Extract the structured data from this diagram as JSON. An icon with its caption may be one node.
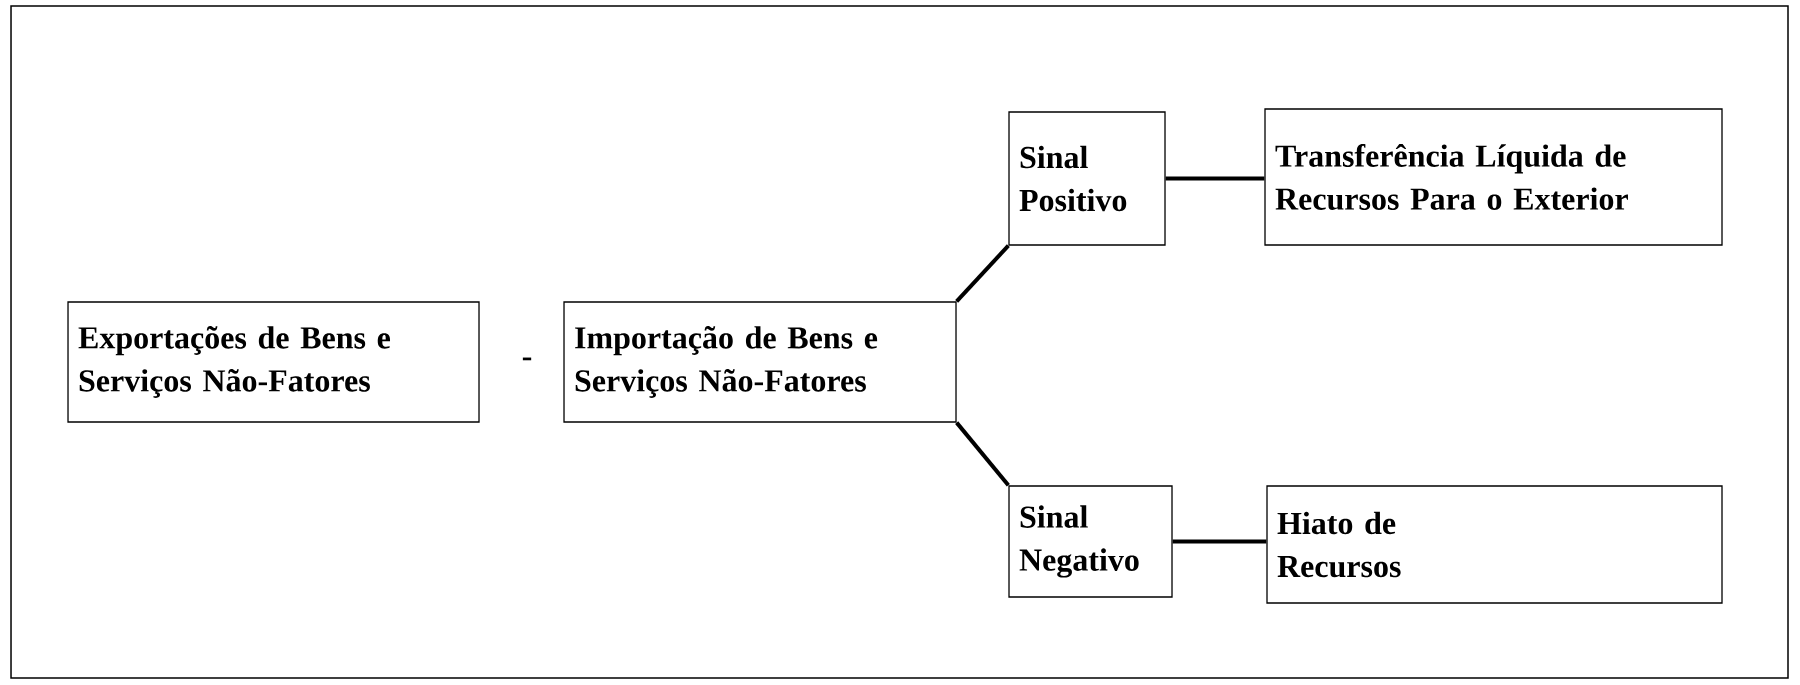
{
  "diagram": {
    "nodes": [
      {
        "text": [
          "Exportações de Bens e Serviços Não-Fatores"
        ]
      },
      {
        "text": [
          "Importação de Bens e Serviços Não-Fatores"
        ]
      },
      {
        "text": [
          "Sinal Positivo"
        ]
      },
      {
        "text": [
          "Transferência Líquida de Recursos Para o Exterior"
        ]
      },
      {
        "text": [
          "Sinal Negativo"
        ]
      },
      {
        "text": [
          "Hiato de Recursos"
        ]
      }
    ],
    "edges": [
      {
        "from": 1,
        "to": 2,
        "arrow": "none"
      },
      {
        "from": 1,
        "to": 4,
        "arrow": "none"
      },
      {
        "from": 2,
        "to": 3,
        "arrow": "none"
      },
      {
        "from": 4,
        "to": 5,
        "arrow": "none"
      }
    ],
    "labels": [
      "-"
    ]
  }
}
